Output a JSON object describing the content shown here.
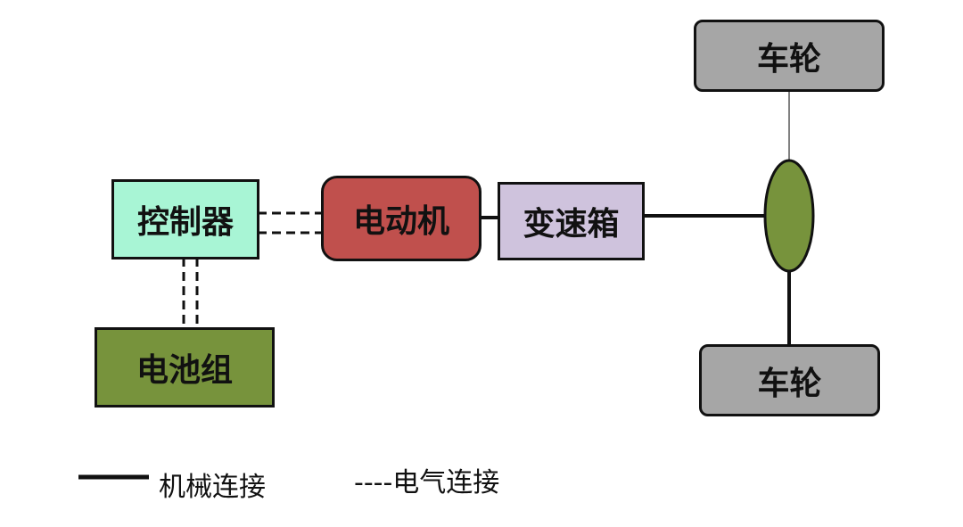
{
  "nodes": {
    "controller": {
      "label": "控制器",
      "color": "#a8f5d5"
    },
    "motor": {
      "label": "电动机",
      "color": "#c0504d"
    },
    "gearbox": {
      "label": "变速箱",
      "color": "#cfc3dd"
    },
    "battery": {
      "label": "电池组",
      "color": "#77933c"
    },
    "wheel_top": {
      "label": "车轮",
      "color": "#a6a6a6"
    },
    "wheel_bottom": {
      "label": "车轮",
      "color": "#a6a6a6"
    },
    "differential": {
      "label": "",
      "color": "#77933c"
    }
  },
  "legend": {
    "mechanical_label": "机械连接",
    "electrical_label": "----电气连接"
  }
}
